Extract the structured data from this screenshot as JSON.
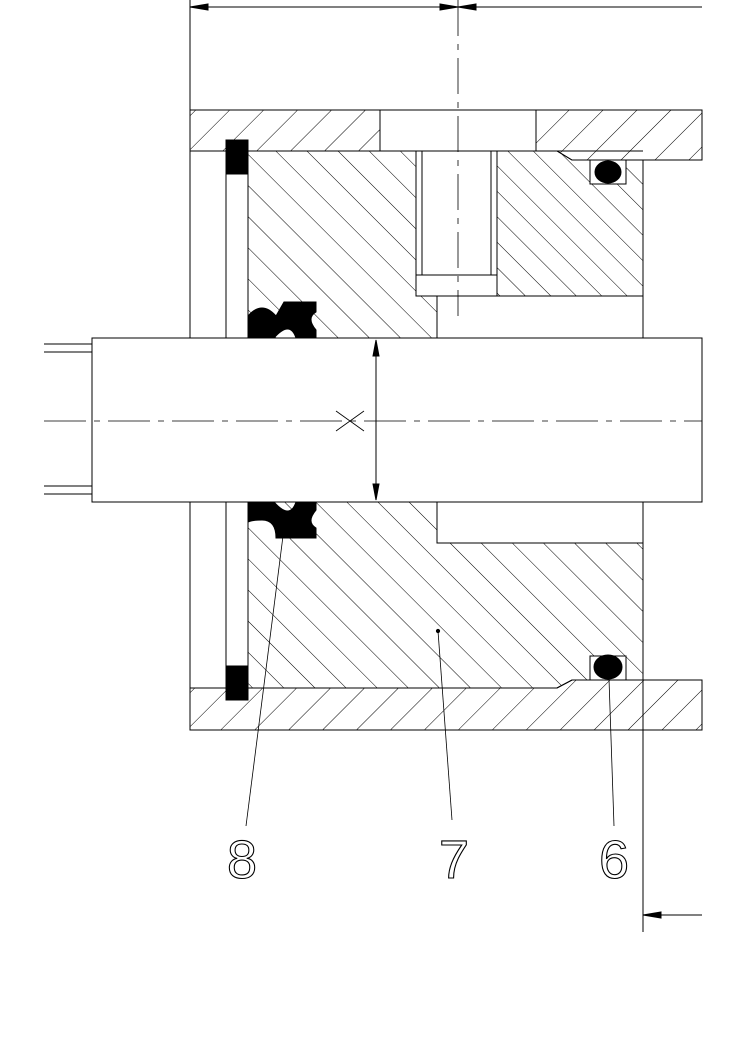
{
  "drawing": {
    "line_color": "#000000",
    "background": "#ffffff",
    "callouts": [
      {
        "id": "seal-8",
        "label": "8"
      },
      {
        "id": "body-7",
        "label": "7"
      },
      {
        "id": "oring-6",
        "label": "6"
      }
    ]
  }
}
